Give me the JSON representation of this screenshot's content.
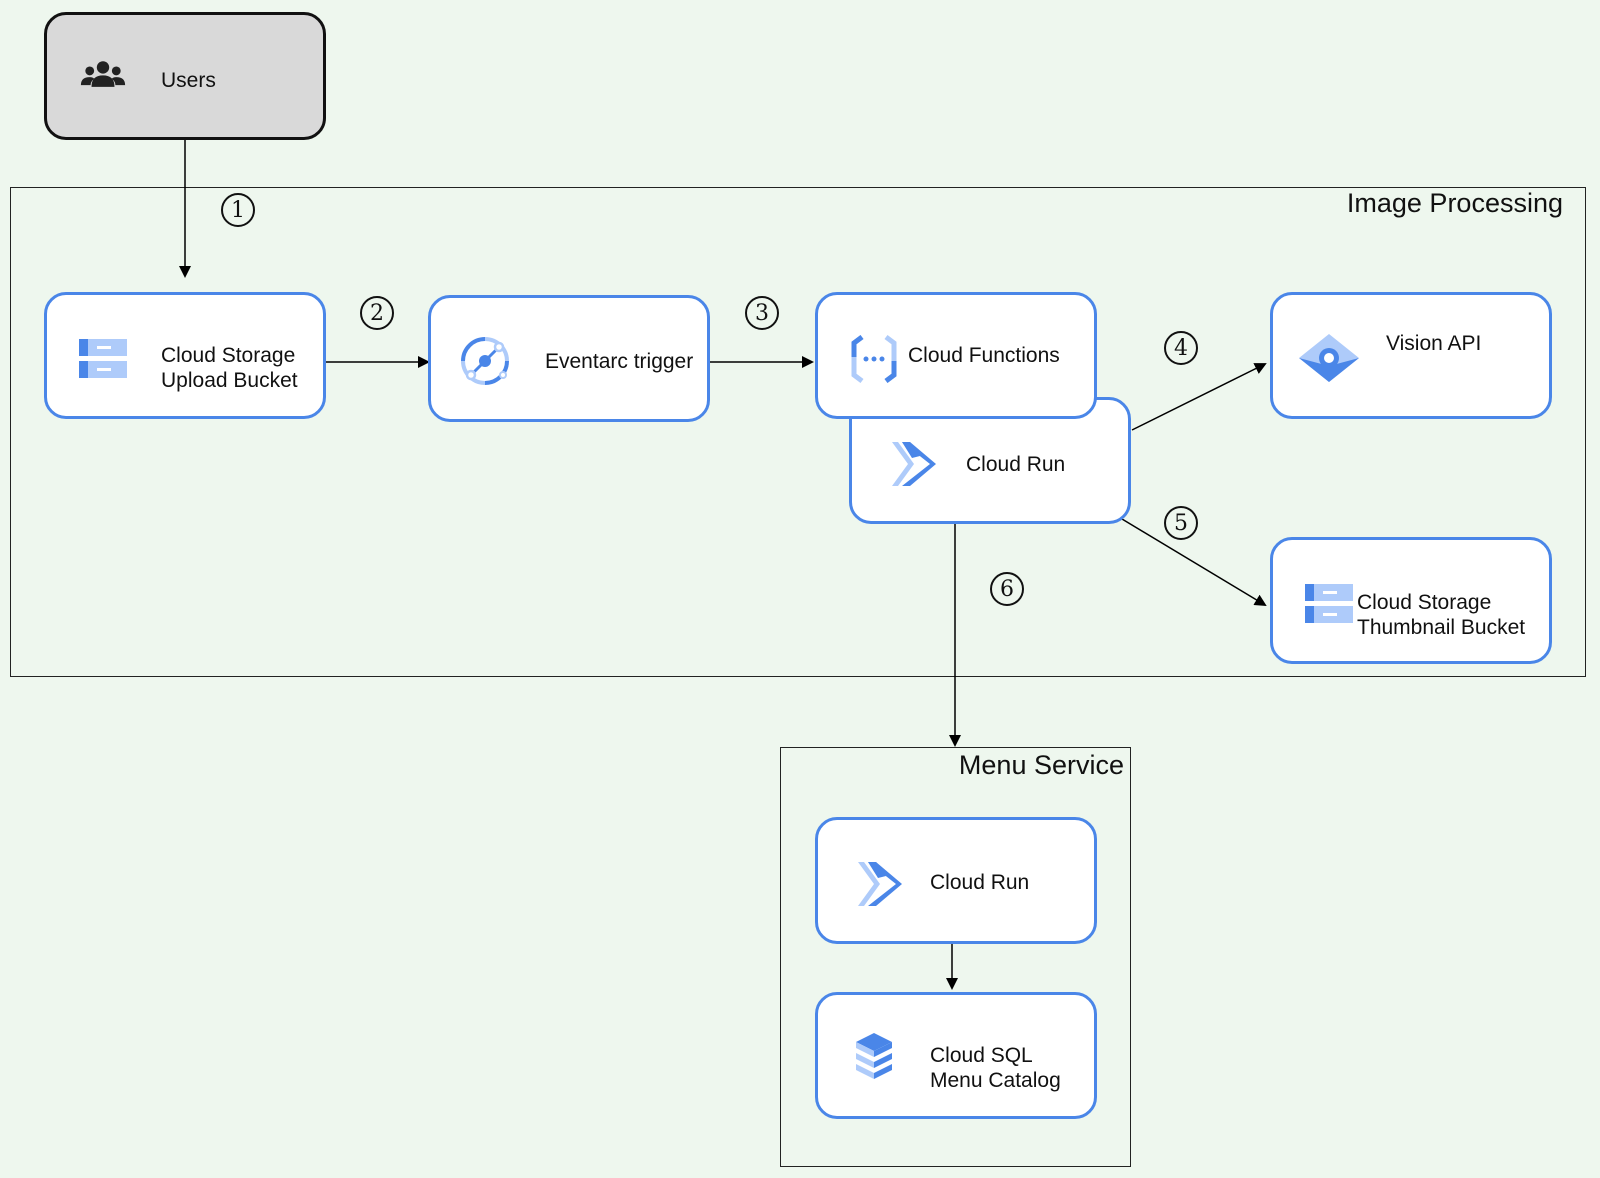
{
  "groups": {
    "image_processing": "Image Processing",
    "menu_service": "Menu Service"
  },
  "nodes": {
    "users": {
      "label": "Users",
      "icon": "users-icon"
    },
    "upload_bucket": {
      "line1": "Cloud Storage",
      "line2": "Upload Bucket",
      "icon": "cloud-storage-icon"
    },
    "eventarc": {
      "label": "Eventarc trigger",
      "icon": "eventarc-icon"
    },
    "cloud_functions": {
      "label": "Cloud Functions",
      "icon": "cloud-functions-icon"
    },
    "cloud_run_processing": {
      "label": "Cloud Run",
      "icon": "cloud-run-icon"
    },
    "vision_api": {
      "label": "Vision API",
      "icon": "vision-api-icon"
    },
    "thumbnail_bucket": {
      "line1": "Cloud Storage",
      "line2": "Thumbnail Bucket",
      "icon": "cloud-storage-icon"
    },
    "cloud_run_menu": {
      "label": "Cloud Run",
      "icon": "cloud-run-icon"
    },
    "cloud_sql": {
      "line1": "Cloud SQL",
      "line2": "Menu Catalog",
      "icon": "cloud-sql-icon"
    }
  },
  "steps": [
    "1",
    "2",
    "3",
    "4",
    "5",
    "6"
  ],
  "colors": {
    "background": "#eef7ee",
    "node_border": "#4a86e8",
    "icon_blue": "#4a86e8",
    "icon_light_blue": "#aecbfa",
    "users_fill": "#d9d9d9"
  }
}
